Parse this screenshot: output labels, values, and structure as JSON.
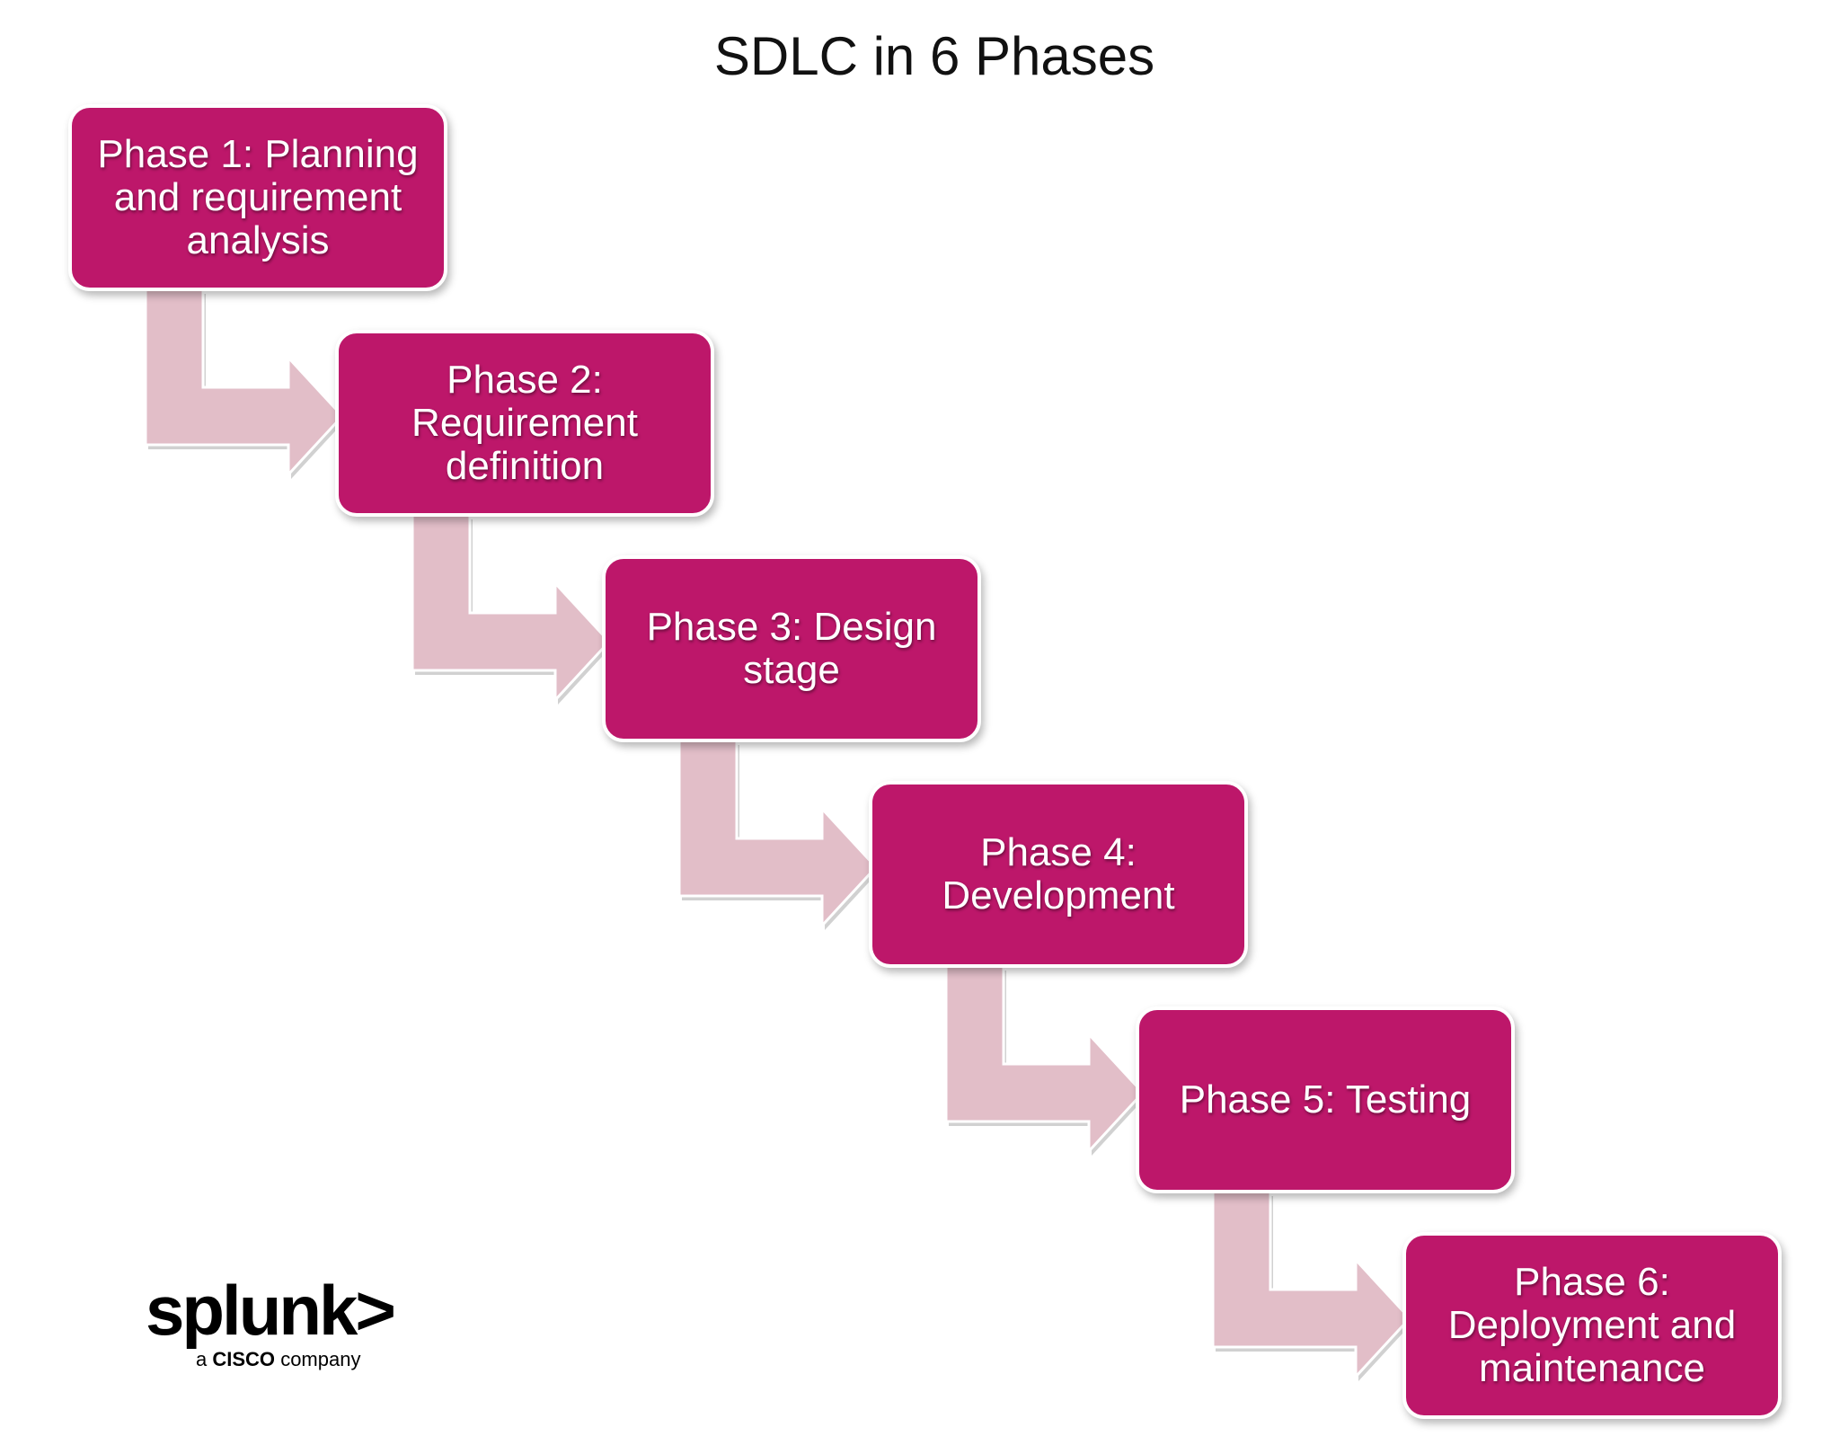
{
  "title": "SDLC in 6 Phases",
  "colors": {
    "box_fill": "#BD176A",
    "box_border": "#FFFFFF",
    "arrow_fill": "#E2BEC8",
    "text": "#FFFFFF"
  },
  "phases": [
    {
      "lines": [
        "Phase 1: Planning",
        "and requirement",
        "analysis"
      ]
    },
    {
      "lines": [
        "Phase 2:",
        "Requirement",
        "definition"
      ]
    },
    {
      "lines": [
        "Phase 3: Design",
        "stage"
      ]
    },
    {
      "lines": [
        "Phase 4:",
        "Development"
      ]
    },
    {
      "lines": [
        "Phase 5: Testing"
      ]
    },
    {
      "lines": [
        "Phase 6:",
        "Deployment and",
        "maintenance"
      ]
    }
  ],
  "logo": {
    "wordmark": "splunk>",
    "tagline_prefix": "a",
    "tagline_brand": "CISCO",
    "tagline_suffix": "company"
  }
}
